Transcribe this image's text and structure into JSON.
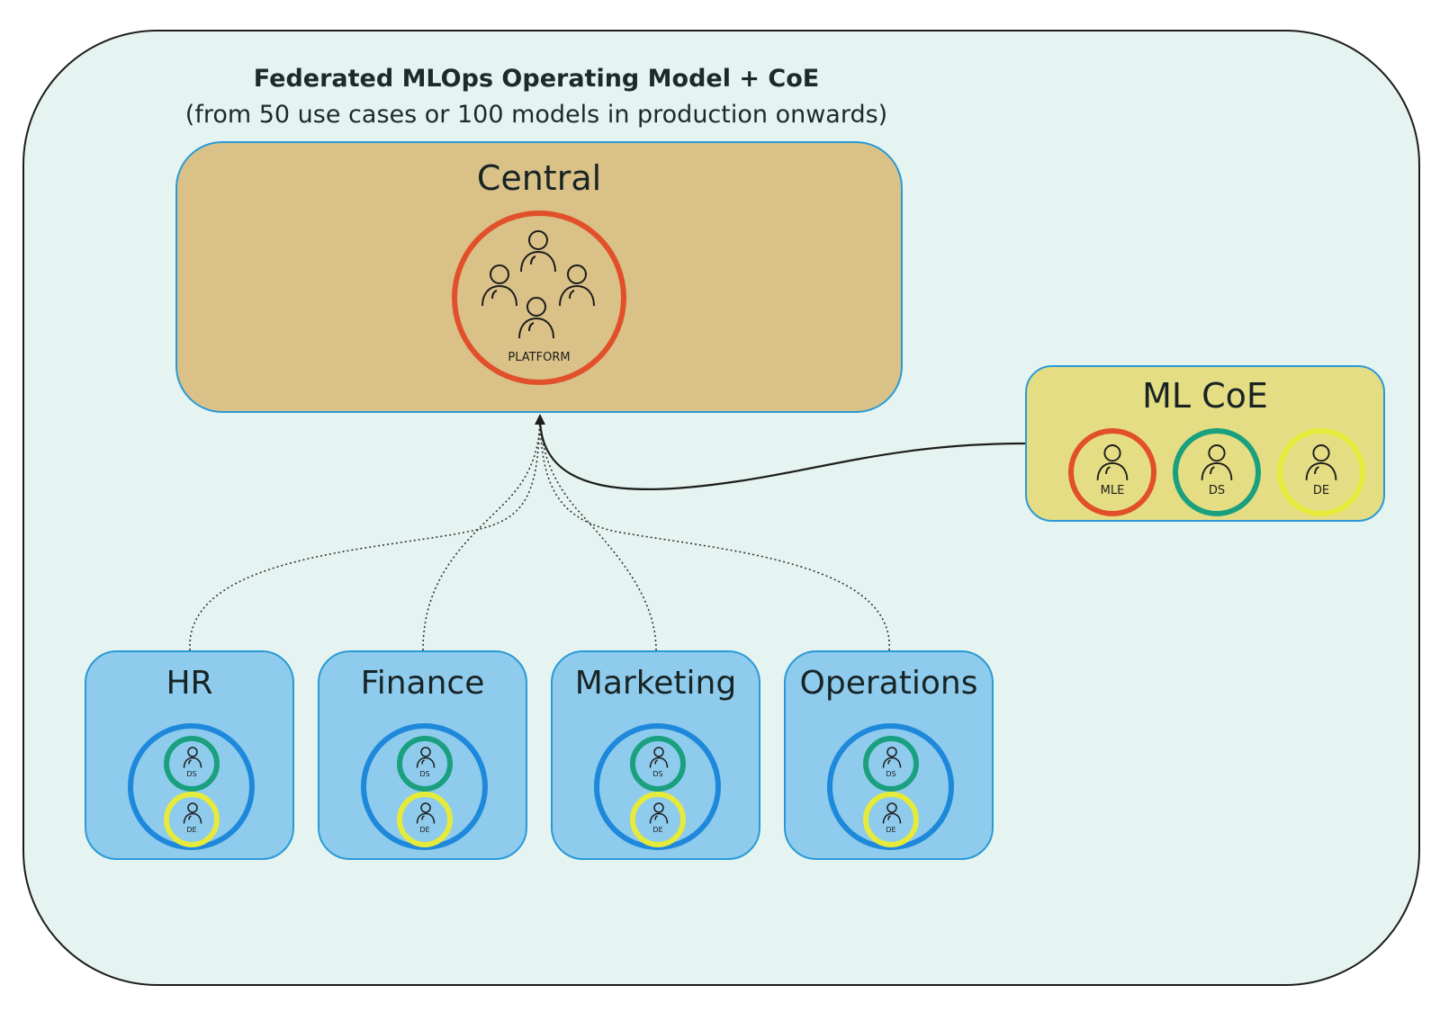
{
  "diagram": {
    "title": "Federated MLOps Operating Model + CoE",
    "subtitle": "(from 50 use cases or 100 models in production onwards)"
  },
  "central": {
    "label": "Central",
    "team_label": "PLATFORM",
    "team_icon": "people-group-icon",
    "ring_color": "#e1502a",
    "fill_color": "#d9c187"
  },
  "ml_coe": {
    "label": "ML CoE",
    "fill_color": "#e5dd84",
    "roles": [
      {
        "label": "MLE",
        "icon": "person-icon",
        "color": "#e1502a"
      },
      {
        "label": "DS",
        "icon": "person-icon",
        "color": "#1aa07e"
      },
      {
        "label": "DE",
        "icon": "person-icon",
        "color": "#e6ea3a"
      }
    ]
  },
  "departments": [
    {
      "label": "HR",
      "roles": [
        "DS",
        "DE"
      ]
    },
    {
      "label": "Finance",
      "roles": [
        "DS",
        "DE"
      ]
    },
    {
      "label": "Marketing",
      "roles": [
        "DS",
        "DE"
      ]
    },
    {
      "label": "Operations",
      "roles": [
        "DS",
        "DE"
      ]
    }
  ],
  "colors": {
    "background": "#e6f4f1",
    "department_fill": "#8ecbed",
    "department_ring": "#1e88db",
    "ds": "#1aa07e",
    "de": "#e6ea3a",
    "mle": "#e1502a"
  }
}
